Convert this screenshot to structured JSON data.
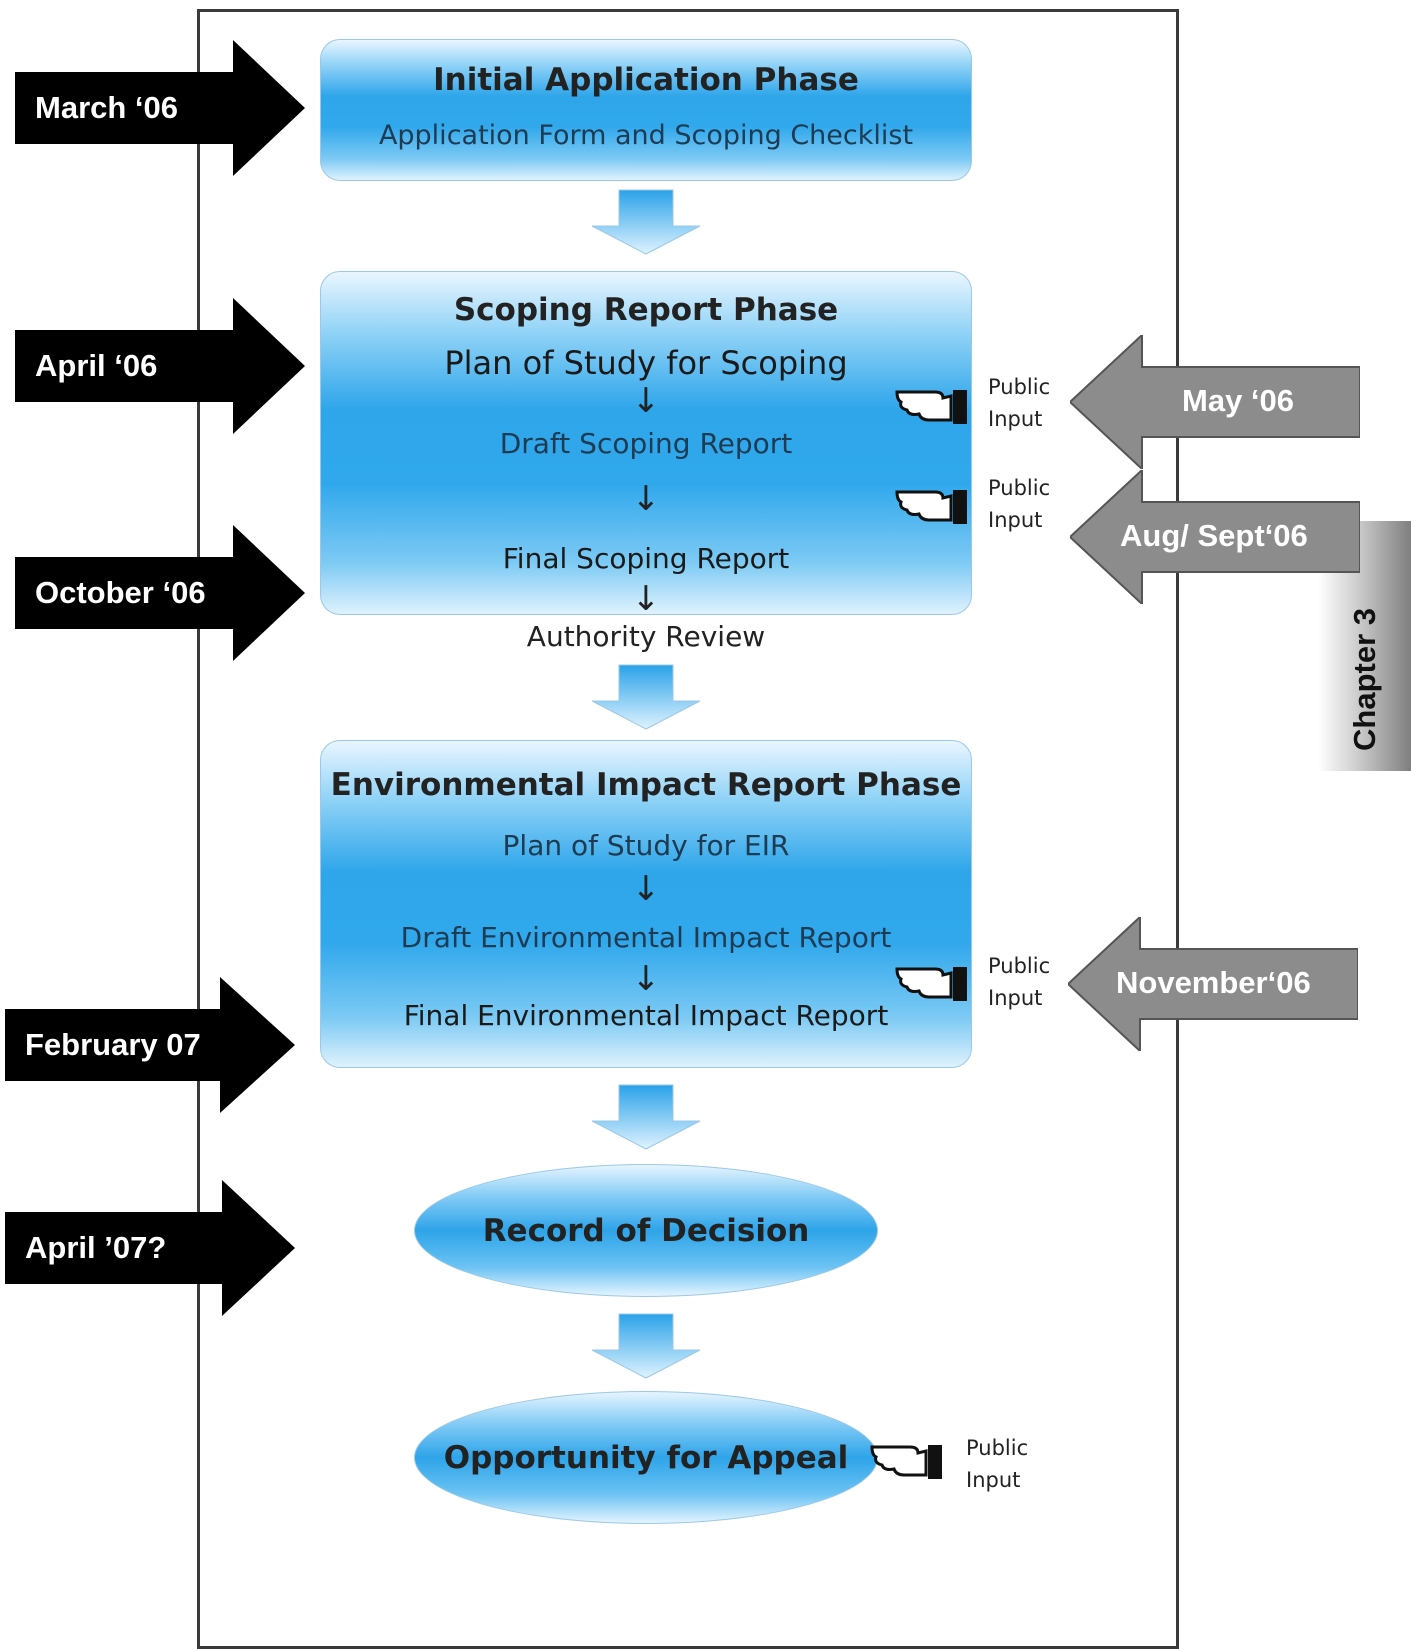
{
  "phases": {
    "initial": {
      "title": "Initial Application Phase",
      "line1": "Application Form and Scoping Checklist"
    },
    "scoping": {
      "title": "Scoping Report Phase",
      "line1": "Plan of Study for Scoping",
      "line2": "Draft Scoping Report",
      "line3": "Final Scoping Report",
      "after": "Authority Review"
    },
    "eir": {
      "title": "Environmental Impact Report Phase",
      "line1": "Plan of Study for EIR",
      "line2": "Draft Environmental Impact Report",
      "line3": "Final Environmental Impact Report"
    },
    "record": {
      "title": "Record of Decision"
    },
    "appeal": {
      "title": "Opportunity for Appeal"
    }
  },
  "dates_left": [
    "March ‘06",
    "April ‘06",
    "October ‘06",
    "February 07",
    "April ’07?"
  ],
  "dates_right": [
    "May ‘06",
    "Aug/ Sept‘06",
    "November‘06"
  ],
  "public_input": {
    "line1": "Public",
    "line2": "Input"
  },
  "chapter_tab": "Chapter 3",
  "icons": {
    "pointing_hand": "pointing-hand-icon",
    "arrow": "down-arrow-icon"
  },
  "colors": {
    "phase_blue": "#2fa6ea",
    "right_arrow_gray": "#8c8c8c",
    "left_arrow_black": "#000000"
  }
}
